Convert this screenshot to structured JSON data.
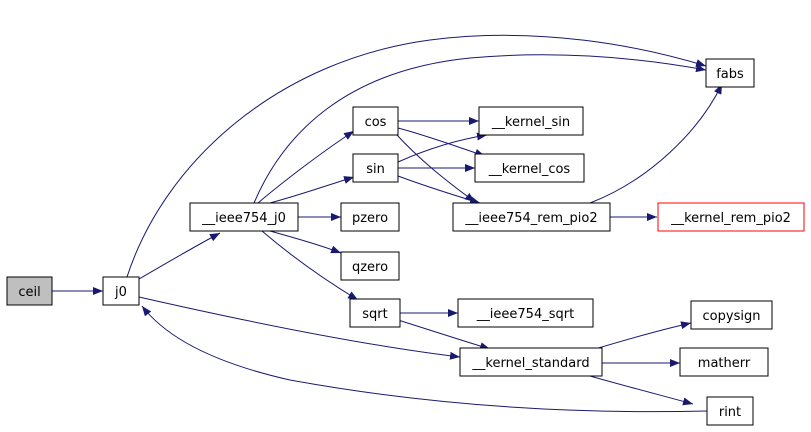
{
  "colors": {
    "edge": "#191970",
    "node_fill": "#ffffff",
    "node_border": "#000000",
    "highlight_fill": "#bfbfbf",
    "external_border": "#ff0000"
  },
  "nodes": [
    {
      "id": "ceil",
      "label": "ceil",
      "style": "highlight"
    },
    {
      "id": "j0",
      "label": "j0",
      "style": "normal"
    },
    {
      "id": "ieee754_j0",
      "label": "__ieee754_j0",
      "style": "normal"
    },
    {
      "id": "cos",
      "label": "cos",
      "style": "normal"
    },
    {
      "id": "sin",
      "label": "sin",
      "style": "normal"
    },
    {
      "id": "pzero",
      "label": "pzero",
      "style": "normal"
    },
    {
      "id": "qzero",
      "label": "qzero",
      "style": "normal"
    },
    {
      "id": "sqrt",
      "label": "sqrt",
      "style": "normal"
    },
    {
      "id": "kernel_sin",
      "label": "__kernel_sin",
      "style": "normal"
    },
    {
      "id": "kernel_cos",
      "label": "__kernel_cos",
      "style": "normal"
    },
    {
      "id": "ieee754_rem_pio2",
      "label": "__ieee754_rem_pio2",
      "style": "normal"
    },
    {
      "id": "ieee754_sqrt",
      "label": "__ieee754_sqrt",
      "style": "normal"
    },
    {
      "id": "kernel_standard",
      "label": "__kernel_standard",
      "style": "normal"
    },
    {
      "id": "fabs",
      "label": "fabs",
      "style": "normal"
    },
    {
      "id": "kernel_rem_pio2",
      "label": "__kernel_rem_pio2",
      "style": "external"
    },
    {
      "id": "copysign",
      "label": "copysign",
      "style": "normal"
    },
    {
      "id": "matherr",
      "label": "matherr",
      "style": "normal"
    },
    {
      "id": "rint",
      "label": "rint",
      "style": "normal"
    }
  ],
  "edges": [
    {
      "from": "ceil",
      "to": "j0"
    },
    {
      "from": "j0",
      "to": "ieee754_j0"
    },
    {
      "from": "j0",
      "to": "fabs"
    },
    {
      "from": "j0",
      "to": "kernel_standard"
    },
    {
      "from": "ieee754_j0",
      "to": "cos"
    },
    {
      "from": "ieee754_j0",
      "to": "sin"
    },
    {
      "from": "ieee754_j0",
      "to": "pzero"
    },
    {
      "from": "ieee754_j0",
      "to": "qzero"
    },
    {
      "from": "ieee754_j0",
      "to": "sqrt"
    },
    {
      "from": "ieee754_j0",
      "to": "fabs"
    },
    {
      "from": "cos",
      "to": "kernel_sin"
    },
    {
      "from": "cos",
      "to": "kernel_cos"
    },
    {
      "from": "cos",
      "to": "ieee754_rem_pio2"
    },
    {
      "from": "sin",
      "to": "kernel_sin"
    },
    {
      "from": "sin",
      "to": "kernel_cos"
    },
    {
      "from": "sin",
      "to": "ieee754_rem_pio2"
    },
    {
      "from": "sqrt",
      "to": "ieee754_sqrt"
    },
    {
      "from": "sqrt",
      "to": "kernel_standard"
    },
    {
      "from": "ieee754_rem_pio2",
      "to": "fabs"
    },
    {
      "from": "ieee754_rem_pio2",
      "to": "kernel_rem_pio2"
    },
    {
      "from": "kernel_standard",
      "to": "copysign"
    },
    {
      "from": "kernel_standard",
      "to": "matherr"
    },
    {
      "from": "kernel_standard",
      "to": "rint"
    },
    {
      "from": "rint",
      "to": "j0"
    }
  ]
}
